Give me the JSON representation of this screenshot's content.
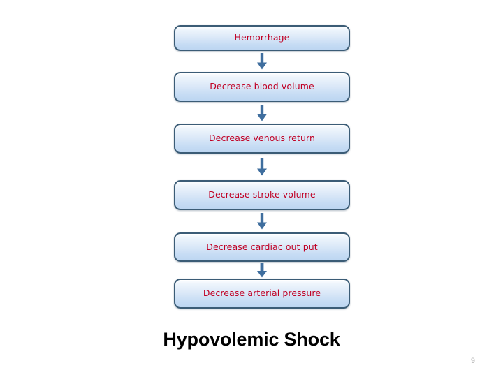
{
  "slide": {
    "title": "Hypovolemic Shock",
    "number": "9",
    "background_color": "#ffffff"
  },
  "theme": {
    "node_text_color": "#c00024",
    "node_border_color": "#3b5c76",
    "node_fill_top": "#fdfeff",
    "node_fill_bottom": "#bdd6f1",
    "arrow_color": "#3f6e9e",
    "title_color": "#000000",
    "slide_number_color": "#b4b4b4"
  },
  "chart_data": {
    "type": "diagram",
    "diagram_kind": "vertical-flowchart",
    "title": "Hypovolemic Shock",
    "orientation": "top-to-bottom",
    "nodes": [
      {
        "id": "n1",
        "label": "Hemorrhage"
      },
      {
        "id": "n2",
        "label": "Decrease blood volume"
      },
      {
        "id": "n3",
        "label": "Decrease venous return"
      },
      {
        "id": "n4",
        "label": "Decrease stroke volume"
      },
      {
        "id": "n5",
        "label": "Decrease cardiac out put"
      },
      {
        "id": "n6",
        "label": "Decrease arterial pressure"
      }
    ],
    "edges": [
      {
        "from": "n1",
        "to": "n2",
        "style": "down-arrow"
      },
      {
        "from": "n2",
        "to": "n3",
        "style": "down-arrow"
      },
      {
        "from": "n3",
        "to": "n4",
        "style": "down-arrow"
      },
      {
        "from": "n4",
        "to": "n5",
        "style": "down-arrow"
      },
      {
        "from": "n5",
        "to": "n6",
        "style": "down-arrow"
      }
    ]
  },
  "flow": {
    "nodes": [
      {
        "label": "Hemorrhage"
      },
      {
        "label": "Decrease blood volume"
      },
      {
        "label": "Decrease venous return"
      },
      {
        "label": "Decrease stroke volume"
      },
      {
        "label": "Decrease cardiac out put"
      },
      {
        "label": "Decrease arterial pressure"
      }
    ],
    "arrow_icon_name": "arrow-down-icon"
  }
}
